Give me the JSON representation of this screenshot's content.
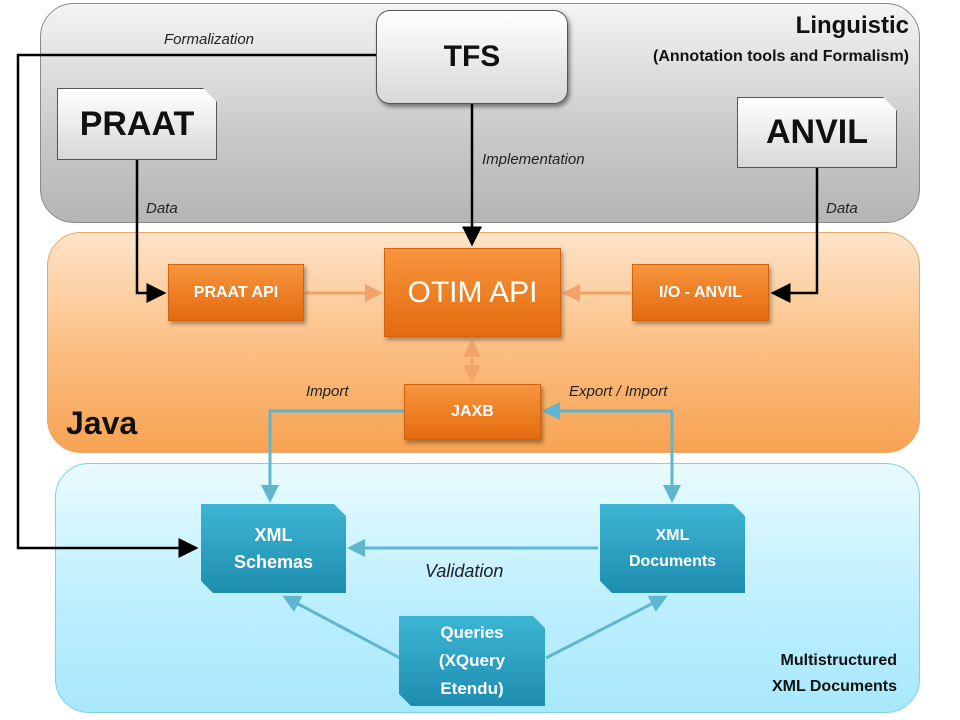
{
  "layers": {
    "linguistic": {
      "title": "Linguistic",
      "subtitle": "(Annotation tools and Formalism)"
    },
    "java": {
      "title": "Java"
    },
    "xml": {
      "title_line1": "Multistructured",
      "title_line2": "XML Documents"
    }
  },
  "nodes": {
    "tfs": "TFS",
    "praat": "PRAAT",
    "anvil": "ANVIL",
    "praat_api": "PRAAT API",
    "otim_api": "OTIM API",
    "io_anvil": "I/O - ANVIL",
    "jaxb": "JAXB",
    "xml_schemas": [
      "XML",
      "Schemas"
    ],
    "xml_documents": [
      "XML",
      "Documents"
    ],
    "queries": [
      "Queries",
      "(XQuery",
      "Etendu)"
    ]
  },
  "edge_labels": {
    "formalization": "Formalization",
    "implementation": "Implementation",
    "data_left": "Data",
    "data_right": "Data",
    "import": "Import",
    "export_import": "Export / Import",
    "validation": "Validation"
  },
  "colors": {
    "black_arrow": "#000000",
    "orange_arrow": "#f0a46a",
    "blue_arrow": "#5fb6cf"
  }
}
